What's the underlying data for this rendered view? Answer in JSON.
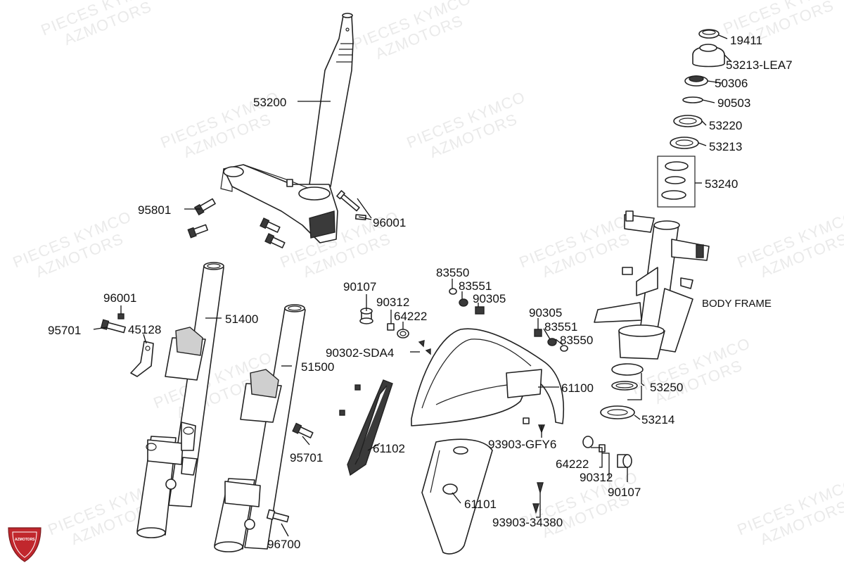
{
  "watermark": {
    "line1": "PIECES KYMCO",
    "line2": "AZMOTORS"
  },
  "logo": {
    "text": "AZMOTORS",
    "color": "#c1272d"
  },
  "part_numbers": {
    "p19411": "19411",
    "p53213_lea7": "53213-LEA7",
    "p50306": "50306",
    "p90503": "90503",
    "p53220": "53220",
    "p53213": "53213",
    "p53240": "53240",
    "p53200": "53200",
    "p95801": "95801",
    "p96001_top": "96001",
    "p96001_left": "96001",
    "p95701_left": "95701",
    "p45128": "45128",
    "p51400": "51400",
    "p51500": "51500",
    "p95701_mid": "95701",
    "p96700": "96700",
    "p90107_left": "90107",
    "p90312_left": "90312",
    "p64222_left": "64222",
    "p83550_top": "83550",
    "p83551_top": "83551",
    "p90305_top": "90305",
    "p90302_sda4": "90302-SDA4",
    "p61102": "61102",
    "p61100": "61100",
    "p61101": "61101",
    "p90305_right": "90305",
    "p83551_right": "83551",
    "p83550_right": "83550",
    "p53250": "53250",
    "p53214": "53214",
    "p93903_gfy6": "93903-GFY6",
    "p64222_right": "64222",
    "p90312_right": "90312",
    "p90107_right": "90107",
    "p93903_34380": "93903-34380"
  },
  "frame_label": "BODY FRAME"
}
